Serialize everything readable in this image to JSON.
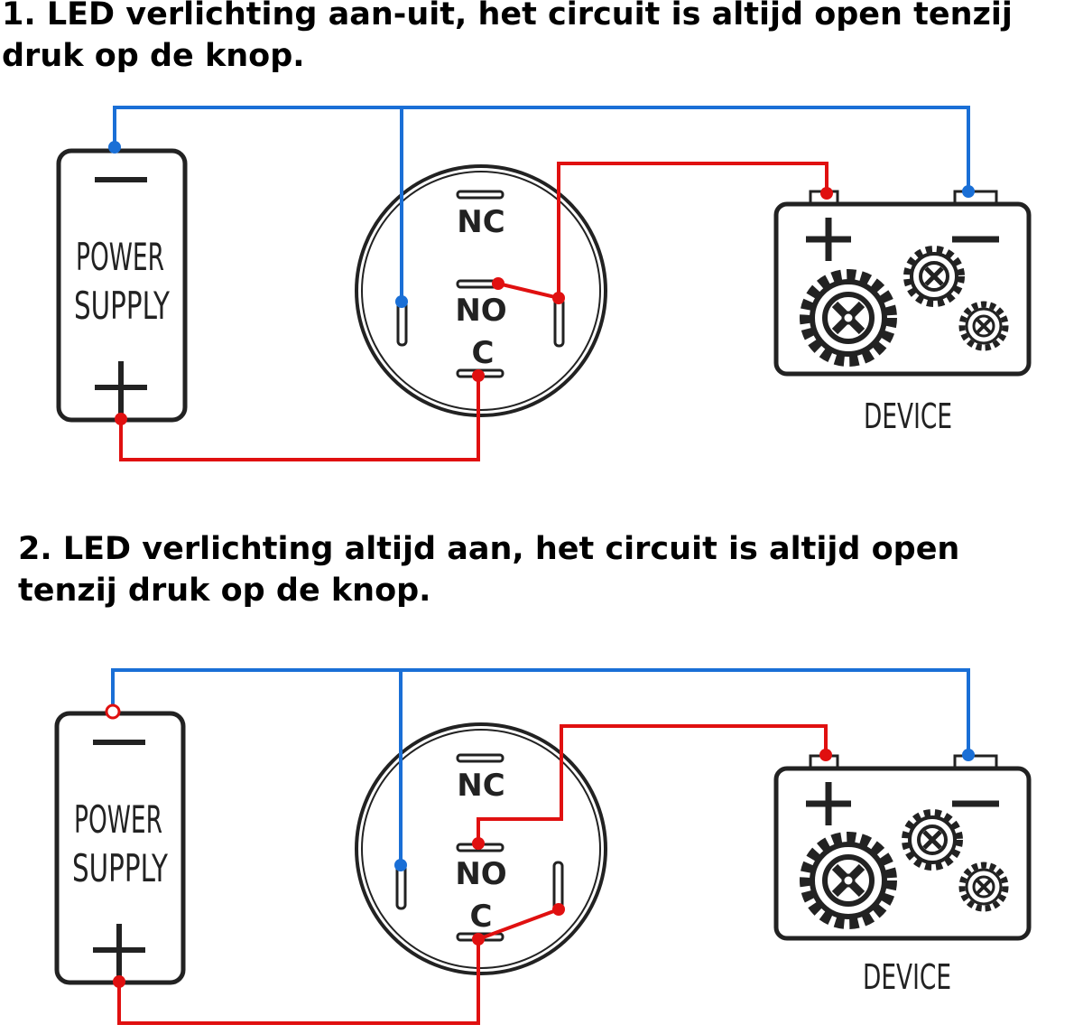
{
  "headings": {
    "first": {
      "line1": "1. LED verlichting aan-uit, het circuit is altijd open tenzij",
      "line2": "druk op de knop."
    },
    "second": {
      "line1": "2. LED verlichting altijd aan, het circuit is altijd open",
      "line2": "tenzij druk op de knop."
    }
  },
  "power_supply": {
    "line1": "POWER",
    "line2": "SUPPLY"
  },
  "switch_pins": {
    "nc": "NC",
    "no": "NO",
    "c": "C"
  },
  "device": {
    "label": "DEVICE"
  },
  "colors": {
    "positive_wire": "#e01010",
    "negative_wire": "#1a6fd6",
    "outline": "#222222"
  }
}
